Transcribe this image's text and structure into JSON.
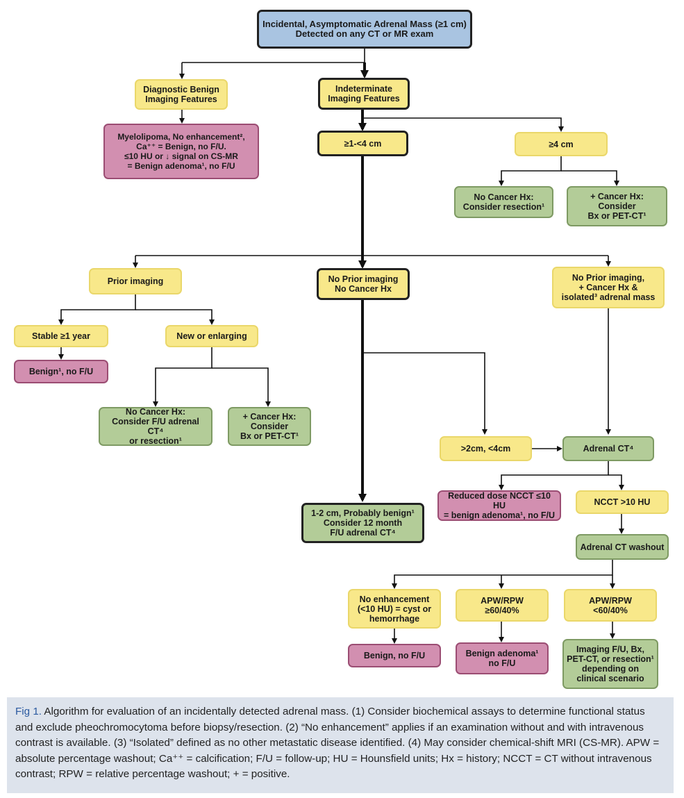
{
  "nodes": {
    "root": "Incidental, Asymptomatic Adrenal Mass (≥1 cm)\nDetected on any CT or MR exam",
    "diag_benign": "Diagnostic Benign\nImaging Features",
    "indeterminate": "Indeterminate\nImaging Features",
    "myelolipoma": "Myelolipoma, No enhancement², Ca⁺⁺ = Benign, no F/U.\n≤10 HU or ↓ signal on CS-MR\n= Benign adenoma¹, no F/U",
    "size_1_4": "≥1-<4 cm",
    "size_ge4": "≥4 cm",
    "no_ca_resection": "No Cancer Hx:\nConsider resection¹",
    "ca_bx_pet_1": "+ Cancer Hx:\nConsider\nBx or PET-CT¹",
    "prior_imaging": "Prior imaging",
    "no_prior_no_ca": "No Prior imaging\nNo Cancer Hx",
    "no_prior_ca": "No Prior imaging,\n+ Cancer Hx &\nisolated³ adrenal mass",
    "stable": "Stable ≥1 year",
    "new_enlarging": "New or enlarging",
    "benign_no_fu": "Benign¹, no F/U",
    "no_ca_fu": "No Cancer Hx:\nConsider F/U adrenal CT⁴\nor resection¹",
    "ca_bx_pet_2": "+ Cancer Hx:\nConsider\nBx or PET-CT¹",
    "gt2_lt4": ">2cm, <4cm",
    "adrenal_ct": "Adrenal CT⁴",
    "probably_benign": "1-2 cm, Probably benign¹\nConsider 12 month\nF/U adrenal CT⁴",
    "reduced_dose": "Reduced dose NCCT ≤10 HU\n= benign adenoma¹, no F/U",
    "ncct_gt10": "NCCT >10 HU",
    "washout": "Adrenal CT washout",
    "no_enh": "No enhancement\n(<10 HU) = cyst or\nhemorrhage",
    "apw_ge": "APW/RPW\n≥60/40%",
    "apw_lt": "APW/RPW\n<60/40%",
    "benign_no_fu2": "Benign, no F/U",
    "benign_adenoma": "Benign adenoma¹\nno F/U",
    "imaging_fu": "Imaging F/U, Bx,\nPET-CT, or resection¹\ndepending on\nclinical scenario"
  },
  "caption": {
    "label": "Fig 1.",
    "text": " Algorithm for evaluation of an incidentally detected adrenal mass. (1) Consider biochemical assays to determine functional status and exclude pheochromocytoma before biopsy/resection. (2) “No enhancement” applies if an examination without and with intravenous contrast is available. (3) “Isolated” defined as no other metastatic disease identified. (4) May consider chemical-shift MRI (CS-MR). APW = absolute percentage washout; Ca⁺⁺ = calcification; F/U = follow-up; HU = Hounsfield units; Hx = history; NCCT = CT without intravenous contrast; RPW = relative percentage washout; + = positive."
  },
  "colors": {
    "blue": "#a9c4e1",
    "yellow": "#f8e88a",
    "pink": "#d28fb0",
    "green": "#b3cc98",
    "caption_bg": "#dde3ec",
    "caption_label": "#2b5aa0"
  }
}
